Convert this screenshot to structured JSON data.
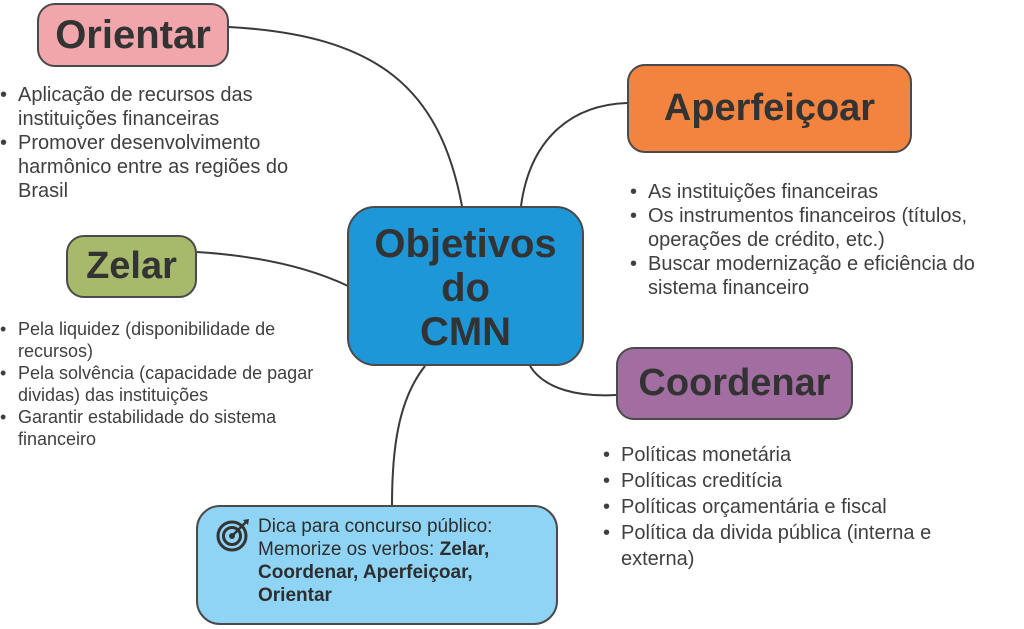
{
  "center": {
    "line1": "Objetivos",
    "line2": "do",
    "line3": "CMN"
  },
  "branches": {
    "orientar": {
      "label": "Orientar",
      "items": [
        "Aplicação de recursos das instituições financeiras",
        "Promover desenvolvimento harmônico entre as regiões do Brasil"
      ]
    },
    "aperfeicoar": {
      "label": "Aperfeiçoar",
      "items": [
        "As instituições financeiras",
        "Os instrumentos financeiros (títulos, operações de crédito, etc.)",
        "Buscar modernização e eficiência do sistema financeiro"
      ]
    },
    "zelar": {
      "label": "Zelar",
      "items": [
        "Pela liquidez (disponibilidade de recursos)",
        "Pela solvência (capacidade de pagar dividas) das instituições",
        "Garantir estabilidade do sistema financeiro"
      ]
    },
    "coordenar": {
      "label": "Coordenar",
      "items": [
        "Políticas monetária",
        "Políticas creditícia",
        "Políticas orçamentária e fiscal",
        "Política da divida pública (interna e externa)"
      ]
    }
  },
  "tip": {
    "line1": "Dica para concurso público:",
    "line2_prefix": "Memorize os verbos: ",
    "verbs": "Zelar, Coordenar, Aperfeiçoar, Orientar"
  },
  "colors": {
    "center": "#1e97d8",
    "orientar": "#f1a6ab",
    "aperfeicoar": "#f2843f",
    "zelar": "#a7b96a",
    "coordenar": "#a26ea1",
    "tip": "#8fd4f4",
    "connector": "#3a3a3a"
  },
  "icons": {
    "tip": "target-icon"
  }
}
